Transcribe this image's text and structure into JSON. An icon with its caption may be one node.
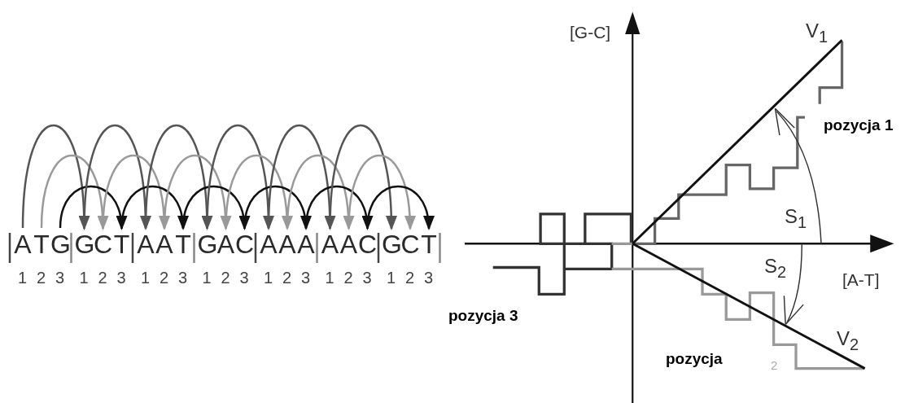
{
  "diagram": {
    "nodes": [
      {
        "text": [
          "A"
        ]
      },
      {
        "text": [
          "T"
        ]
      },
      {
        "text": [
          "G"
        ]
      },
      {
        "text": [
          "G"
        ]
      },
      {
        "text": [
          "C"
        ]
      },
      {
        "text": [
          "T"
        ]
      },
      {
        "text": [
          "A"
        ]
      },
      {
        "text": [
          "A"
        ]
      },
      {
        "text": [
          "T"
        ]
      },
      {
        "text": [
          "G"
        ]
      },
      {
        "text": [
          "A"
        ]
      },
      {
        "text": [
          "C"
        ]
      },
      {
        "text": [
          "A"
        ]
      },
      {
        "text": [
          "A"
        ]
      },
      {
        "text": [
          "A"
        ]
      },
      {
        "text": [
          "A"
        ]
      },
      {
        "text": [
          "A"
        ]
      },
      {
        "text": [
          "C"
        ]
      },
      {
        "text": [
          "G"
        ]
      },
      {
        "text": [
          "C"
        ]
      },
      {
        "text": [
          "T"
        ]
      }
    ],
    "edges": [
      {
        "from": 0,
        "to": 3,
        "arrow": "to",
        "color": "#555555"
      },
      {
        "from": 1,
        "to": 4,
        "arrow": "to",
        "color": "#999999"
      },
      {
        "from": 2,
        "to": 5,
        "arrow": "to",
        "color": "#111111"
      },
      {
        "from": 3,
        "to": 6,
        "arrow": "to",
        "color": "#555555"
      },
      {
        "from": 4,
        "to": 7,
        "arrow": "to",
        "color": "#999999"
      },
      {
        "from": 5,
        "to": 8,
        "arrow": "to",
        "color": "#111111"
      },
      {
        "from": 6,
        "to": 9,
        "arrow": "to",
        "color": "#555555"
      },
      {
        "from": 7,
        "to": 10,
        "arrow": "to",
        "color": "#999999"
      },
      {
        "from": 8,
        "to": 11,
        "arrow": "to",
        "color": "#111111"
      },
      {
        "from": 9,
        "to": 12,
        "arrow": "to",
        "color": "#555555"
      },
      {
        "from": 10,
        "to": 13,
        "arrow": "to",
        "color": "#999999"
      },
      {
        "from": 11,
        "to": 14,
        "arrow": "to",
        "color": "#111111"
      },
      {
        "from": 12,
        "to": 15,
        "arrow": "to",
        "color": "#555555"
      },
      {
        "from": 13,
        "to": 16,
        "arrow": "to",
        "color": "#999999"
      },
      {
        "from": 14,
        "to": 17,
        "arrow": "to",
        "color": "#111111"
      },
      {
        "from": 15,
        "to": 18,
        "arrow": "to",
        "color": "#555555"
      },
      {
        "from": 16,
        "to": 19,
        "arrow": "to",
        "color": "#999999"
      },
      {
        "from": 17,
        "to": 20,
        "arrow": "to",
        "color": "#111111"
      }
    ],
    "labels": [
      "1",
      "2",
      "3",
      "1",
      "2",
      "3",
      "1",
      "2",
      "3",
      "1",
      "2",
      "3",
      "1",
      "2",
      "3",
      "1",
      "2",
      "3",
      "1",
      "2",
      "3",
      "[G-C]",
      "V$_{1}$",
      "pozycja 1",
      "S$_{1}$",
      "S$_{2}$",
      "[A-T]",
      "pozycja 3",
      "V$_{2}$",
      "pozycja",
      "2"
    ]
  }
}
